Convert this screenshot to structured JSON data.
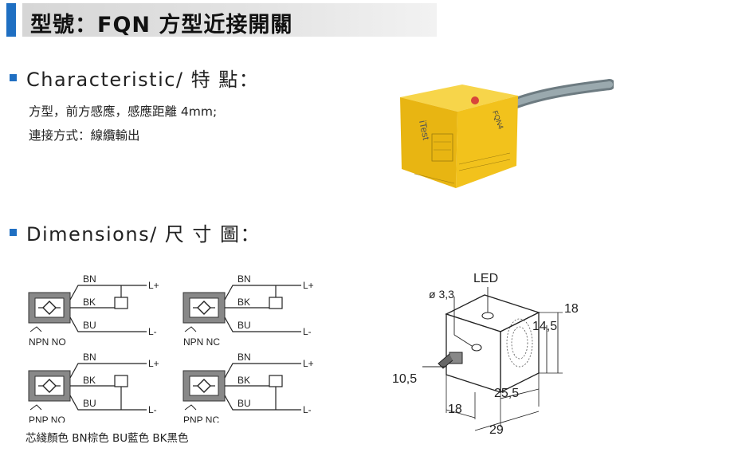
{
  "title": "型號：FQN  方型近接開關",
  "colors": {
    "accent": "#1f6fc2",
    "bullet": "#1f6fc2",
    "sensor_body": "#f2c21c",
    "cable": "#8a9aa0"
  },
  "sections": {
    "characteristic": "Characteristic/ 特 點：",
    "dimensions": "Dimensions/ 尺 寸 圖："
  },
  "features": [
    "方型，前方感應，感應距離 4mm;",
    "連接方式：線纜輸出"
  ],
  "wiring": [
    {
      "bn": "BN",
      "bk": "BK",
      "bu": "BU",
      "lplus": "L+",
      "lminus": "L-",
      "type": "NPN NO"
    },
    {
      "bn": "BN",
      "bk": "BK",
      "bu": "BU",
      "lplus": "L+",
      "lminus": "L-",
      "type": "NPN NC"
    },
    {
      "bn": "BN",
      "bk": "BK",
      "bu": "BU",
      "lplus": "L+",
      "lminus": "L-",
      "type": "PNP NO"
    },
    {
      "bn": "BN",
      "bk": "BK",
      "bu": "BU",
      "lplus": "L+",
      "lminus": "L-",
      "type": "PNP NC"
    }
  ],
  "wire_colors_note": "芯綫顏色  BN棕色  BU藍色  BK黑色",
  "dimension_labels": {
    "led": "LED",
    "hole": "ø 3,3",
    "height": "18",
    "height_inner": "14,5",
    "depth": "10,5",
    "width_front": "18",
    "length_inner": "25,5",
    "length": "29"
  },
  "product_photo_labels": {
    "brand": "iTest",
    "model": "FQN4"
  }
}
